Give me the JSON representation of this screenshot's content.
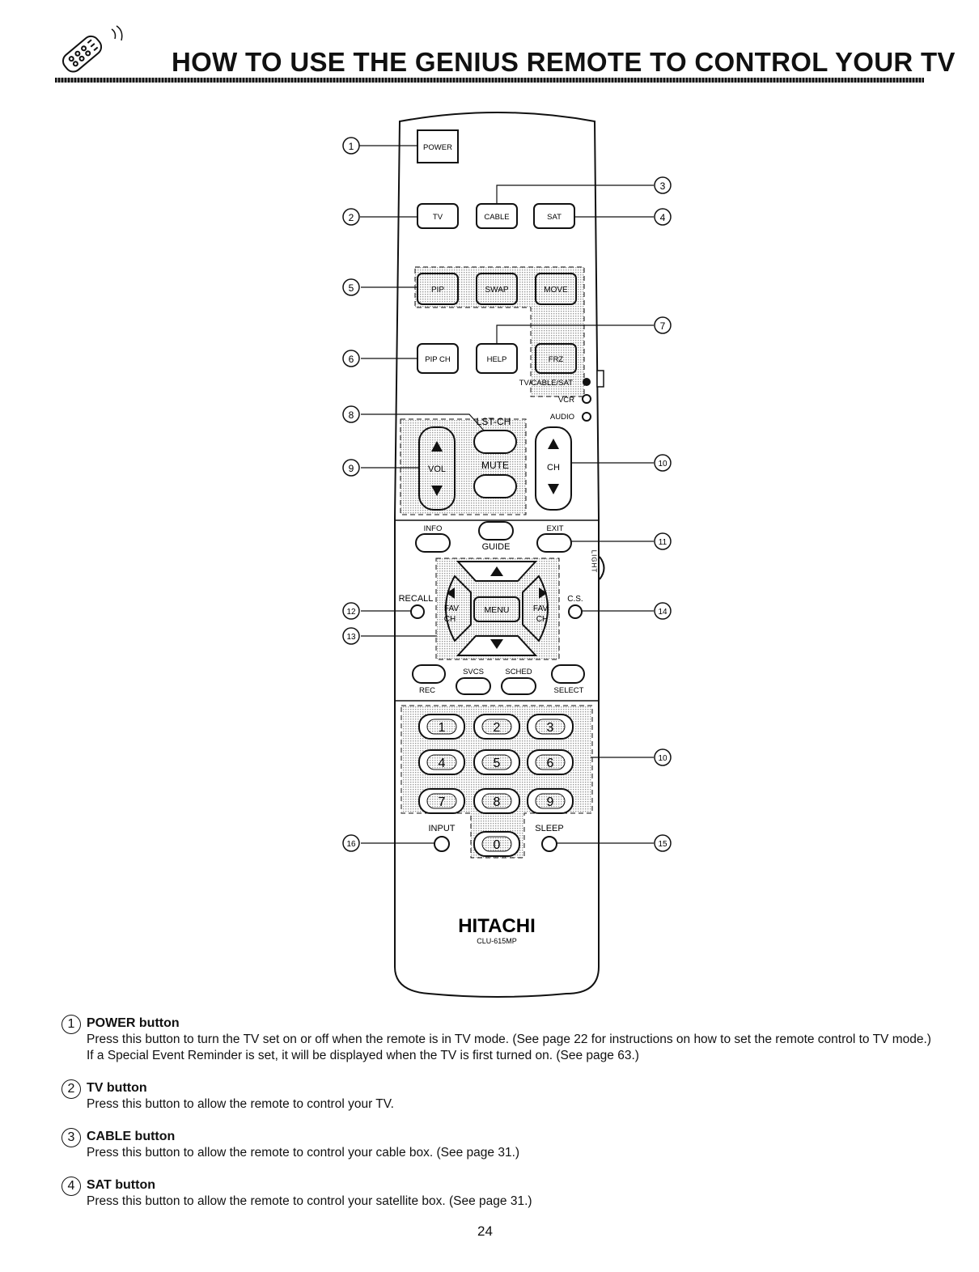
{
  "header": {
    "title": "HOW TO USE THE GENIUS REMOTE TO CONTROL YOUR TV"
  },
  "remote": {
    "brand": "HITACHI",
    "model": "CLU-615MP",
    "buttons": {
      "power": "POWER",
      "tv": "TV",
      "cable": "CABLE",
      "sat": "SAT",
      "pip": "PIP",
      "swap": "SWAP",
      "move": "MOVE",
      "pip_ch": "PIP CH",
      "help": "HELP",
      "frz": "FRZ",
      "lst_ch": "LST-CH",
      "vol": "VOL",
      "mute": "MUTE",
      "ch": "CH",
      "info": "INFO",
      "guide": "GUIDE",
      "exit": "EXIT",
      "recall": "RECALL",
      "menu": "MENU",
      "fav_left": "FAV",
      "fav_right": "FAV",
      "ch_left": "CH",
      "ch_right": "CH",
      "cs": "C.S.",
      "rec": "REC",
      "svcs": "SVCS",
      "sched": "SCHED",
      "select": "SELECT",
      "digits": [
        "1",
        "2",
        "3",
        "4",
        "5",
        "6",
        "7",
        "8",
        "9"
      ],
      "zero": "0",
      "input": "INPUT",
      "sleep": "SLEEP"
    },
    "mode_switch": {
      "tv_cable_sat": "TV/CABLE/SAT",
      "vcr": "VCR",
      "audio": "AUDIO"
    },
    "light_label": "LIGHT",
    "callouts": {
      "c1": "1",
      "c2": "2",
      "c3": "3",
      "c4": "4",
      "c5": "5",
      "c6": "6",
      "c7": "7",
      "c8": "8",
      "c9": "9",
      "c10a": "10",
      "c10b": "10",
      "c11": "11",
      "c12": "12",
      "c13": "13",
      "c14": "14",
      "c15": "15",
      "c16": "16"
    }
  },
  "descriptions": [
    {
      "num": "1",
      "title": "POWER button",
      "text": "Press this button to turn the TV set on or off when the remote is in TV mode.  (See page 22 for instructions on how to set the remote control to TV mode.)  If a Special Event Reminder is set, it will be displayed when the TV is first turned on. (See page 63.)"
    },
    {
      "num": "2",
      "title": "TV button",
      "text": "Press this button to allow the remote to control your TV."
    },
    {
      "num": "3",
      "title": "CABLE button",
      "text": "Press this button to allow the remote to control your cable box.  (See page 31.)"
    },
    {
      "num": "4",
      "title": "SAT button",
      "text": "Press this button to allow the remote to control your satellite box.  (See page 31.)"
    }
  ],
  "page_number": "24"
}
